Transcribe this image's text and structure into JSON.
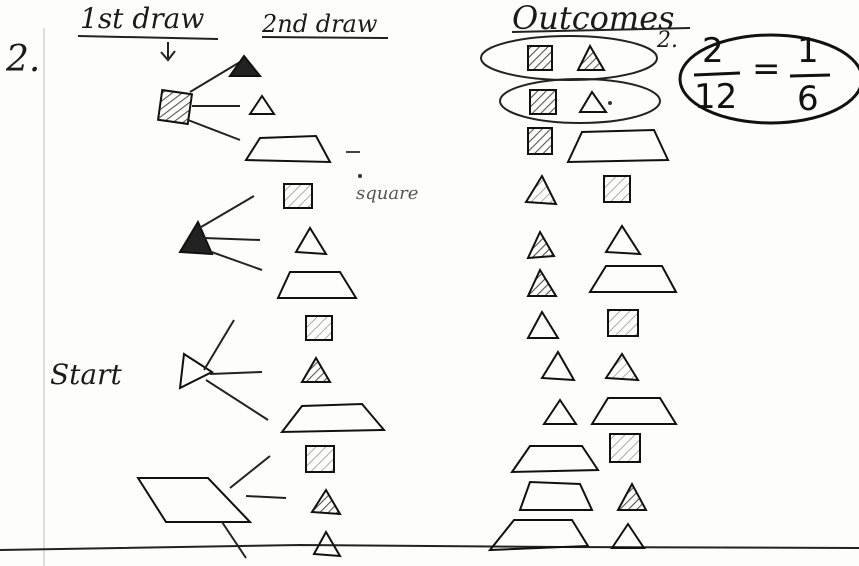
{
  "worksheet": {
    "item_number": "2.",
    "item_number_small": "2.",
    "headers": {
      "first_draw": "1st draw",
      "second_draw": "2nd draw",
      "outcomes": "Outcomes"
    },
    "start_label": "Start",
    "side_note": "square",
    "answer": {
      "fraction_1_numerator": "2",
      "fraction_1_denominator": "12",
      "equals": "=",
      "fraction_2_numerator": "1",
      "fraction_2_denominator": "6"
    }
  },
  "colors": {
    "ink": "#1b1b1b",
    "paper": "#fdfdfb",
    "shade": "#8a8a8a"
  },
  "shape_names": [
    "square",
    "triangle",
    "trapezoid"
  ]
}
